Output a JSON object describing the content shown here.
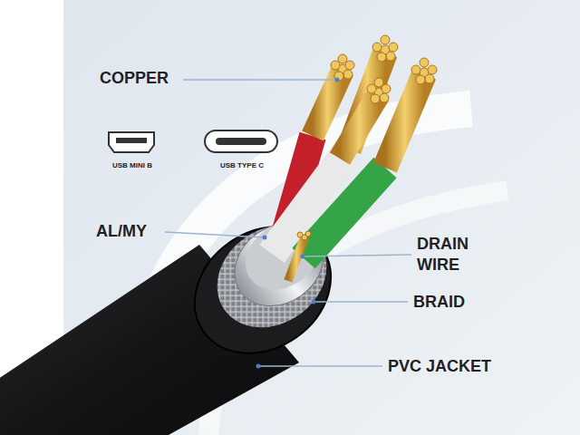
{
  "diagram": {
    "labels": [
      "COPPER",
      "USB MINI B",
      "USB TYPE C",
      "AL/MY",
      "DRAIN WIRE",
      "BRAID",
      "PVC JACKET"
    ]
  }
}
